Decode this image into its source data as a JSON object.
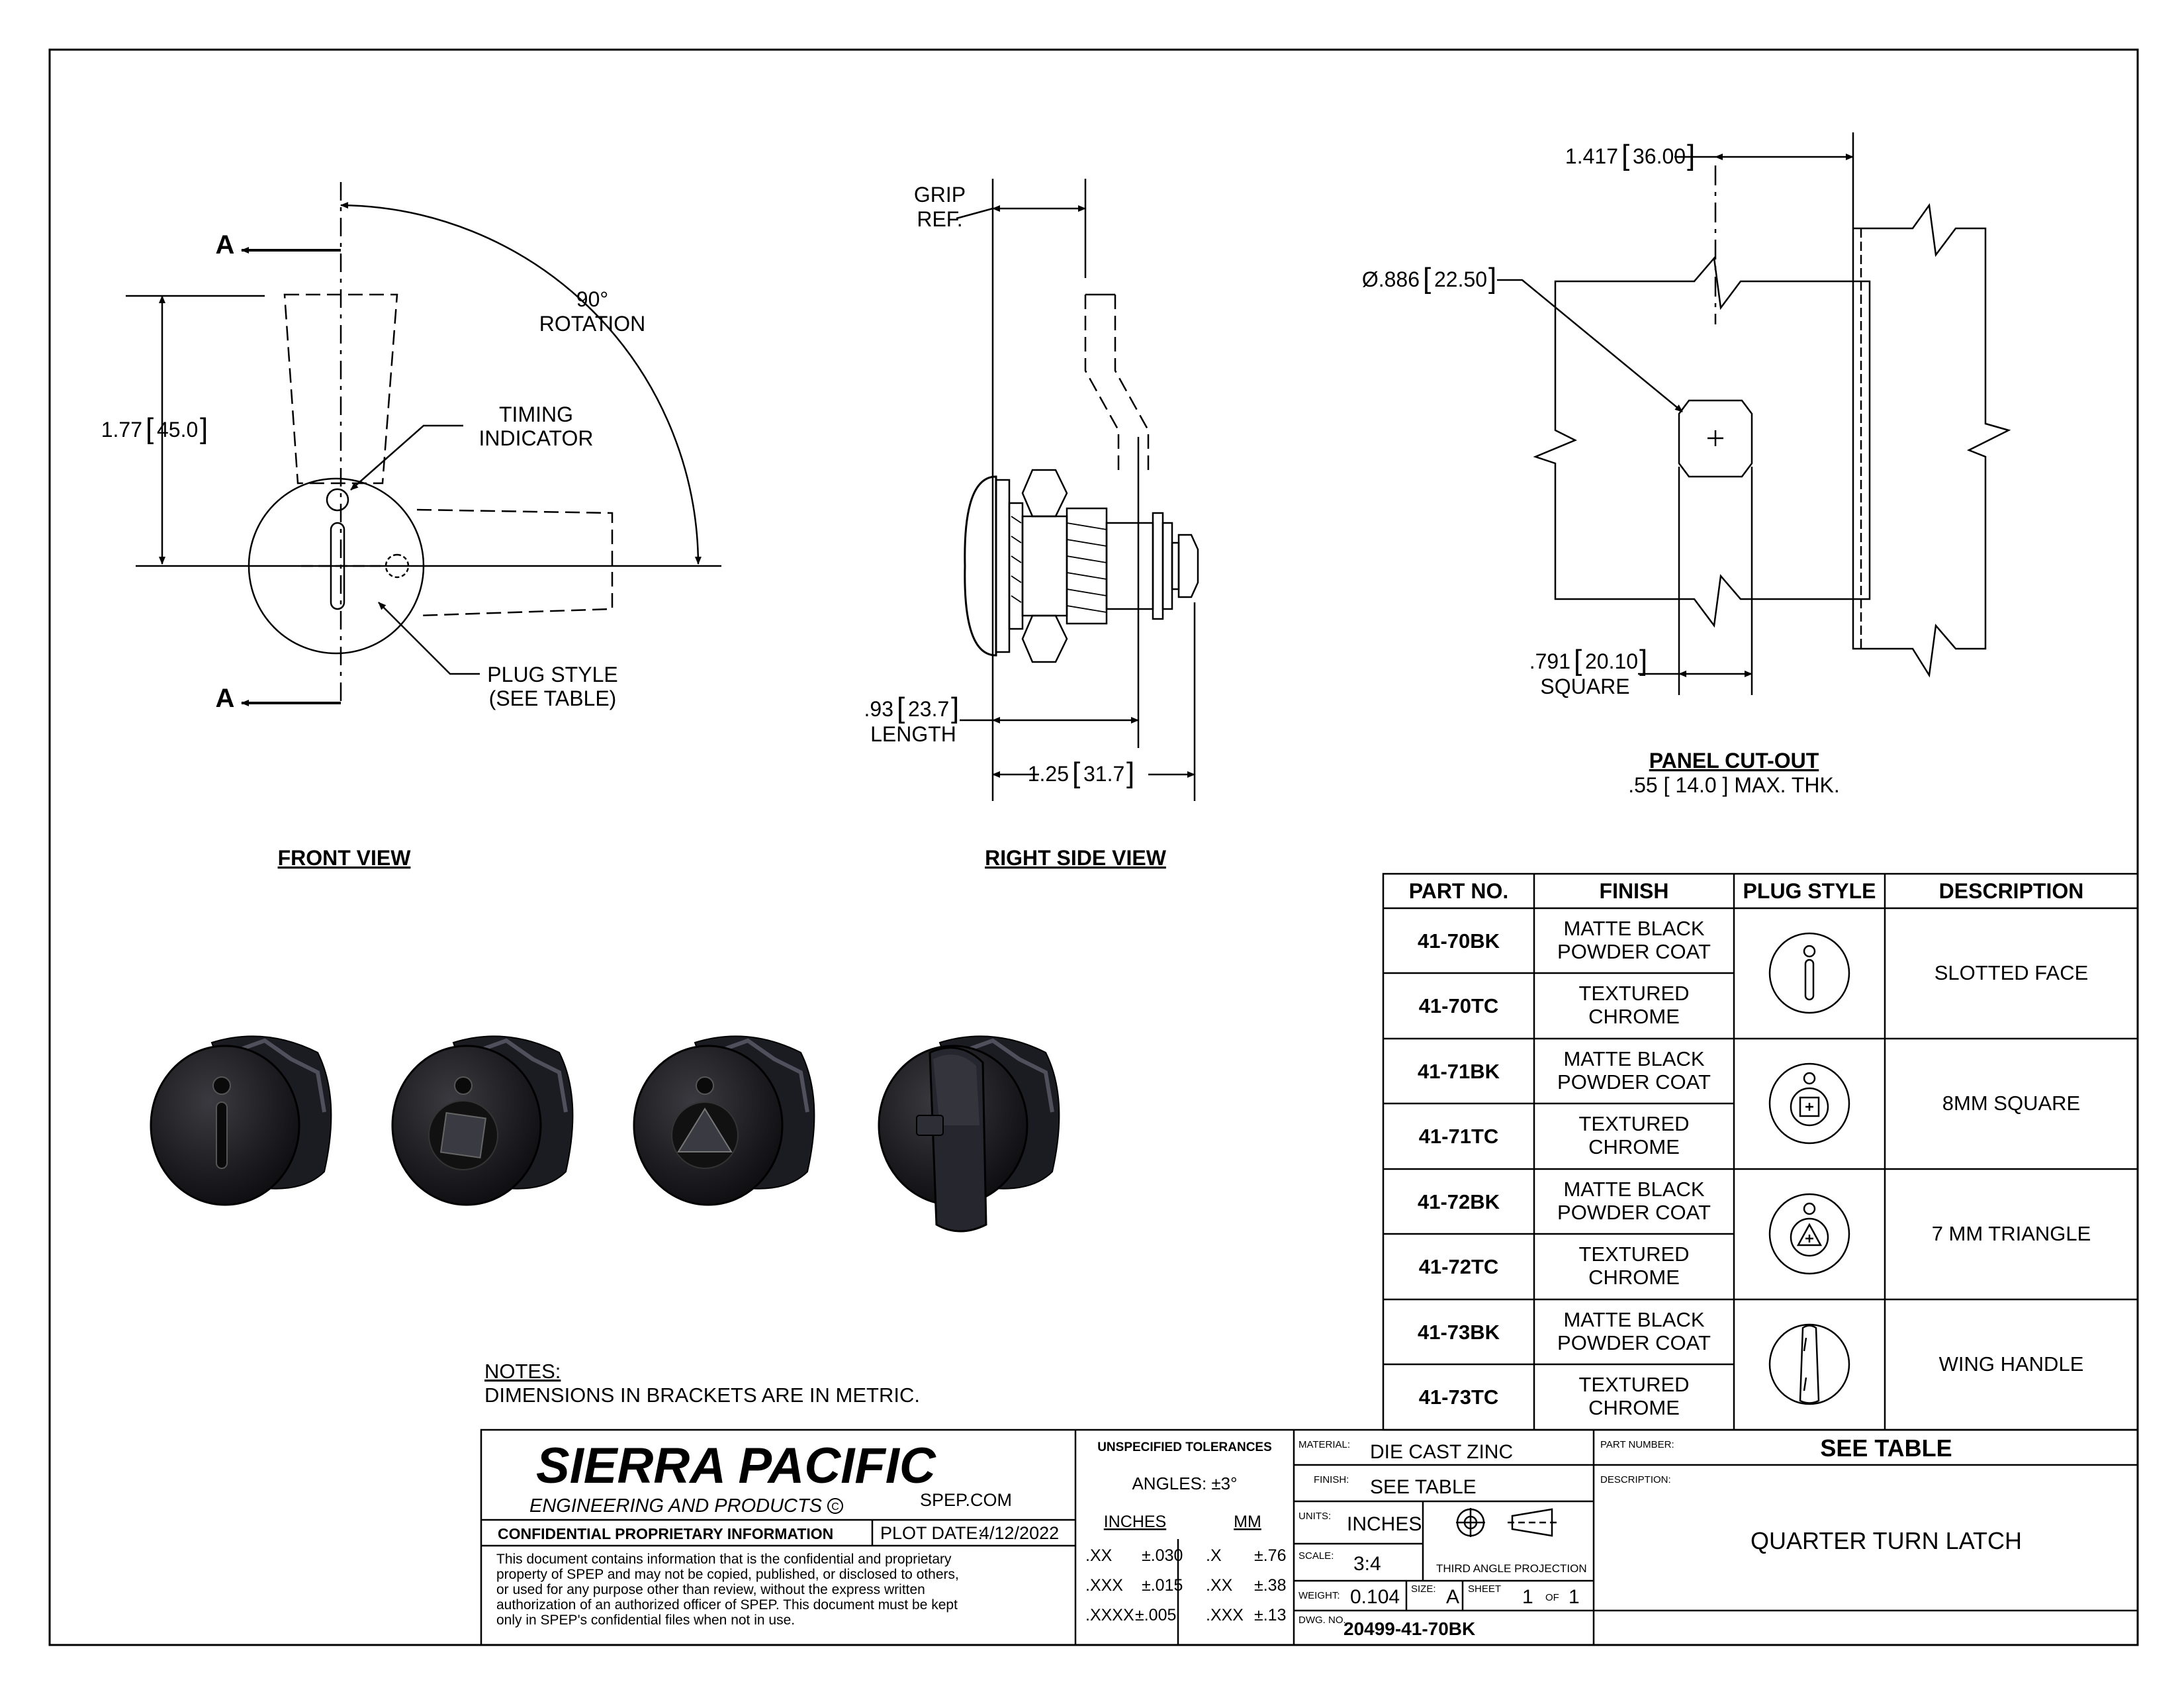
{
  "front_view": {
    "title": "FRONT VIEW",
    "section_marker": "A",
    "rotation_line1": "90°",
    "rotation_line2": "ROTATION",
    "timing_line1": "TIMING",
    "timing_line2": "INDICATOR",
    "plug_line1": "PLUG STYLE",
    "plug_line2": "(SEE TABLE)",
    "height_dim": "1.77",
    "height_dim_mm": "45.0"
  },
  "side_view": {
    "title": "RIGHT SIDE VIEW",
    "grip_line1": "GRIP",
    "grip_line2": "REF.",
    "length_dim": ".93",
    "length_dim_mm": "23.7",
    "length_label": "LENGTH",
    "overall_dim": "1.25",
    "overall_dim_mm": "31.7"
  },
  "panel_cutout": {
    "title": "PANEL CUT-OUT",
    "thickness_note": ".55 [ 14.0 ] MAX. THK.",
    "offset_dim": "1.417",
    "offset_dim_mm": "36.00",
    "diameter_dim": "Ø.886",
    "diameter_dim_mm": "22.50",
    "square_dim": ".791",
    "square_dim_mm": "20.10",
    "square_label": "SQUARE"
  },
  "notes": {
    "heading": "NOTES:",
    "line1": "DIMENSIONS IN BRACKETS ARE IN METRIC."
  },
  "parts_table": {
    "headers": [
      "PART NO.",
      "FINISH",
      "PLUG STYLE",
      "DESCRIPTION"
    ],
    "finish_black": [
      "MATTE BLACK",
      "POWDER COAT"
    ],
    "finish_chrome": [
      "TEXTURED",
      "CHROME"
    ],
    "groups": [
      {
        "bk": "41-70BK",
        "tc": "41-70TC",
        "description": "SLOTTED FACE",
        "plug": "slot"
      },
      {
        "bk": "41-71BK",
        "tc": "41-71TC",
        "description": "8MM SQUARE",
        "plug": "square"
      },
      {
        "bk": "41-72BK",
        "tc": "41-72TC",
        "description": "7 MM TRIANGLE",
        "plug": "triangle"
      },
      {
        "bk": "41-73BK",
        "tc": "41-73TC",
        "description": "WING HANDLE",
        "plug": "wing"
      }
    ]
  },
  "title_block": {
    "company": "SIERRA PACIFIC",
    "tagline": "ENGINEERING AND PRODUCTS",
    "website": "SPEP.COM",
    "confidential_heading": "CONFIDENTIAL PROPRIETARY INFORMATION",
    "plot_date_label": "PLOT DATE:",
    "plot_date": "4/12/2022",
    "disclaimer": [
      "This document contains information that is the confidential and proprietary",
      "property of SPEP and may not be copied, published, or disclosed to others,",
      "or used for any purpose  other than review, without the express written",
      "authorization of an authorized officer of SPEP. This document must be kept",
      "only in SPEP's confidential files when not in use."
    ],
    "tolerances_heading": "UNSPECIFIED TOLERANCES",
    "angles": "ANGLES: ±3°",
    "inches_label": "INCHES",
    "mm_label": "MM",
    "tolerances": [
      {
        "in": ".XX",
        "in_tol": "±.030",
        "mm": ".X",
        "mm_tol": "±.76"
      },
      {
        "in": ".XXX",
        "in_tol": "±.015",
        "mm": ".XX",
        "mm_tol": "±.38"
      },
      {
        "in": ".XXXX",
        "in_tol": "±.005",
        "mm": ".XXX",
        "mm_tol": "±.13"
      }
    ],
    "material_label": "MATERIAL:",
    "material": "DIE CAST ZINC",
    "finish_label": "FINISH:",
    "finish": "SEE TABLE",
    "units_label": "UNITS:",
    "units": "INCHES",
    "projection": "THIRD ANGLE PROJECTION",
    "scale_label": "SCALE:",
    "scale": "3:4",
    "weight_label": "WEIGHT:",
    "weight": "0.104",
    "size_label": "SIZE:",
    "size": "A",
    "sheet_label": "SHEET",
    "sheet": "1",
    "of_label": "OF",
    "sheet_total": "1",
    "dwg_label": "DWG. NO.",
    "dwg_no": "20499-41-70BK",
    "part_number_label": "PART NUMBER:",
    "part_number": "SEE TABLE",
    "description_label": "DESCRIPTION:",
    "description": "QUARTER TURN LATCH"
  }
}
